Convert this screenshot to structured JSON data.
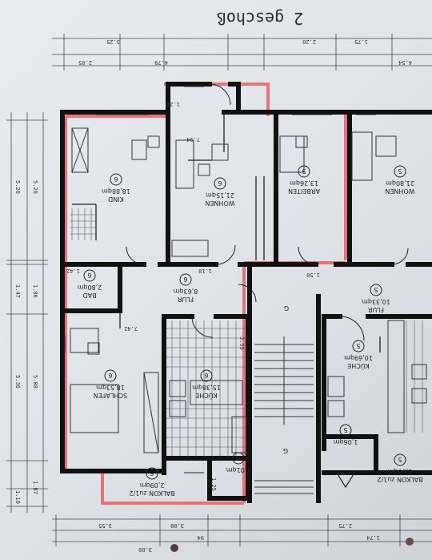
{
  "title": "2 geschoß",
  "rooms": [
    {
      "id": "kind",
      "name": "KIND",
      "area": "18,88qm",
      "num": "6"
    },
    {
      "id": "wohnen",
      "name": "WOHNEN",
      "area": "21,15qm",
      "num": "6"
    },
    {
      "id": "arbeiten",
      "name": "ARBEITEN",
      "area": "13,26qm",
      "num": "5"
    },
    {
      "id": "wohnen2",
      "name": "WOHNEN",
      "area": "21,80qm",
      "num": "5"
    },
    {
      "id": "bad",
      "name": "BAD",
      "area": "2,80qm",
      "num": "6"
    },
    {
      "id": "flur",
      "name": "FLUR",
      "area": "8,63qm",
      "num": "6"
    },
    {
      "id": "flur2",
      "name": "FLUR",
      "area": "10,33qm",
      "num": "5"
    },
    {
      "id": "schlafen",
      "name": "SCHLAFEN",
      "area": "18,53qm",
      "num": "6"
    },
    {
      "id": "kuche",
      "name": "KÜCHE",
      "area": "15,38qm",
      "num": "6"
    },
    {
      "id": "kuche2",
      "name": "KÜCHE",
      "area": "10,69qm",
      "num": "5"
    },
    {
      "id": "balkon",
      "name": "BALKON zu1/2",
      "area": "2,09qm",
      "num": "6"
    },
    {
      "id": "balkon2",
      "name": "BALKON zu1/2",
      "area": "1,90qm",
      "num": "5"
    },
    {
      "id": "wc",
      "name": "",
      "area": "1,01qm",
      "num": "6"
    },
    {
      "id": "wc2",
      "name": "",
      "area": "1,06qm",
      "num": "5"
    }
  ],
  "stair_labels": [
    "G",
    "G"
  ],
  "dims_top": [
    "2.05",
    "3.25",
    "4.79",
    "2.20",
    "1.75",
    "4.54"
  ],
  "dims_left": [
    "5.20",
    "5.20",
    "1.47",
    "1.86",
    "5.36",
    "5.08",
    "1.10",
    "1.07"
  ],
  "dims_bottom": [
    "3.55",
    "3.08",
    "3.80",
    "2.75",
    "1.74",
    "94"
  ],
  "misc_labels": [
    "1.42",
    "1.28",
    "7.94",
    "1.18",
    "1.50",
    "7.42",
    "3.55",
    "1.25"
  ]
}
